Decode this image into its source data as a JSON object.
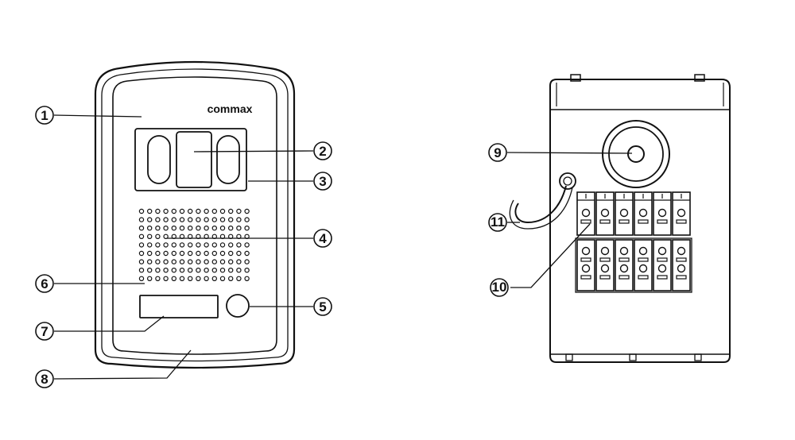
{
  "front_panel": {
    "brand_logo_text": "commax"
  },
  "callouts": [
    {
      "id": "c1",
      "label": "1"
    },
    {
      "id": "c2",
      "label": "2"
    },
    {
      "id": "c3",
      "label": "3"
    },
    {
      "id": "c4",
      "label": "4"
    },
    {
      "id": "c5",
      "label": "5"
    },
    {
      "id": "c6",
      "label": "6"
    },
    {
      "id": "c7",
      "label": "7"
    },
    {
      "id": "c8",
      "label": "8"
    },
    {
      "id": "c9",
      "label": "9"
    },
    {
      "id": "c10",
      "label": "10"
    },
    {
      "id": "c11",
      "label": "11"
    }
  ],
  "colors": {
    "line": "#111111",
    "background": "#ffffff"
  }
}
